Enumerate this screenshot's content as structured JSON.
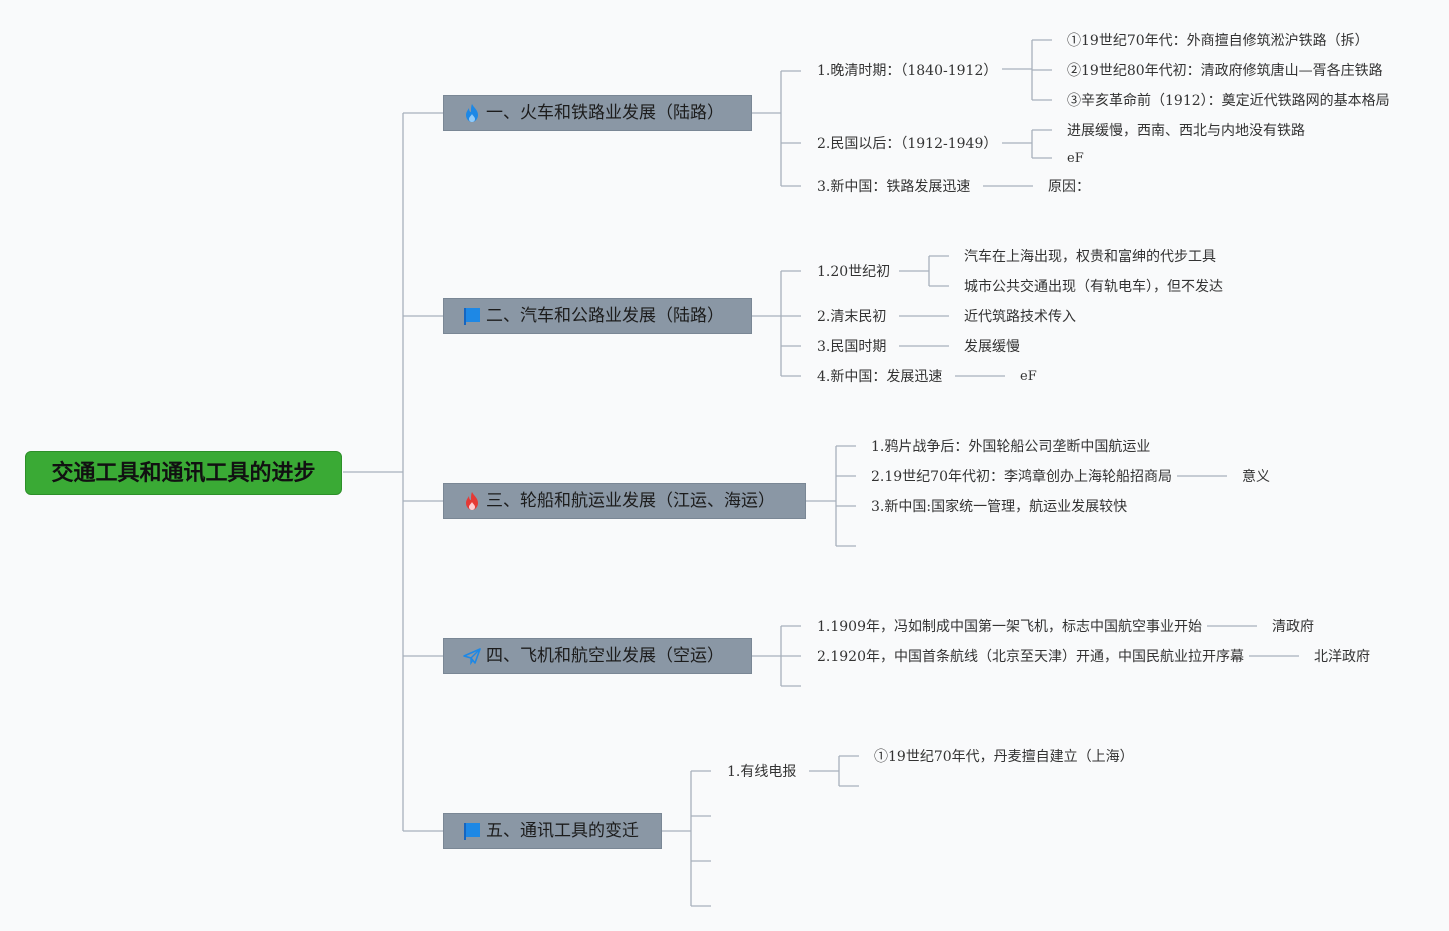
{
  "root": {
    "label": "交通工具和通讯工具的进步"
  },
  "colors": {
    "root": "#3aaa35",
    "branch": "#8a97a5",
    "line": "#a7b1bc",
    "flame_blue": "#1e88e5",
    "flame_red": "#e53935",
    "flag_blue": "#1e88e5"
  },
  "branches": [
    {
      "label": "一、火车和铁路业发展（陆路）",
      "icon": "blue-flame-icon",
      "items": [
        {
          "label": "1.晚清时期：（1840-1912）",
          "children": [
            "①19世纪70年代：外商擅自修筑淞沪铁路（拆）",
            "②19世纪80年代初：清政府修筑唐山—胥各庄铁路",
            "③辛亥革命前（1912）：奠定近代铁路网的基本格局"
          ]
        },
        {
          "label": "2.民国以后：（1912-1949）",
          "children": [
            "进展缓慢，西南、西北与内地没有铁路",
            "eF"
          ]
        },
        {
          "label": "3.新中国：铁路发展迅速",
          "children": [
            "原因："
          ]
        }
      ]
    },
    {
      "label": "二、汽车和公路业发展（陆路）",
      "icon": "blue-flag-icon",
      "items": [
        {
          "label": "1.20世纪初",
          "children": [
            "汽车在上海出现，权贵和富绅的代步工具",
            "城市公共交通出现（有轨电车），但不发达"
          ]
        },
        {
          "label": "2.清末民初",
          "children": [
            "近代筑路技术传入"
          ]
        },
        {
          "label": "3.民国时期",
          "children": [
            "发展缓慢"
          ]
        },
        {
          "label": "4.新中国：发展迅速",
          "children": [
            "eF"
          ]
        }
      ]
    },
    {
      "label": "三、轮船和航运业发展（江运、海运）",
      "icon": "red-flame-icon",
      "items": [
        {
          "label": "1.鸦片战争后：外国轮船公司垄断中国航运业",
          "children": []
        },
        {
          "label": "2.19世纪70年代初：李鸿章创办上海轮船招商局",
          "children": [
            "意义"
          ]
        },
        {
          "label": "3.新中国:国家统一管理，航运业发展较快",
          "children": []
        }
      ]
    },
    {
      "label": "四、飞机和航空业发展（空运）",
      "icon": "paper-plane-icon",
      "items": [
        {
          "label": "1.1909年，冯如制成中国第一架飞机，标志中国航空事业开始",
          "children": [
            "清政府"
          ]
        },
        {
          "label": "2.1920年，中国首条航线（北京至天津）开通，中国民航业拉开序幕",
          "children": [
            "北洋政府"
          ]
        }
      ]
    },
    {
      "label": "五、通讯工具的变迁",
      "icon": "blue-flag-icon",
      "items": [
        {
          "label": "1.有线电报",
          "children": [
            "①19世纪70年代，丹麦擅自建立（上海）"
          ]
        }
      ]
    }
  ]
}
